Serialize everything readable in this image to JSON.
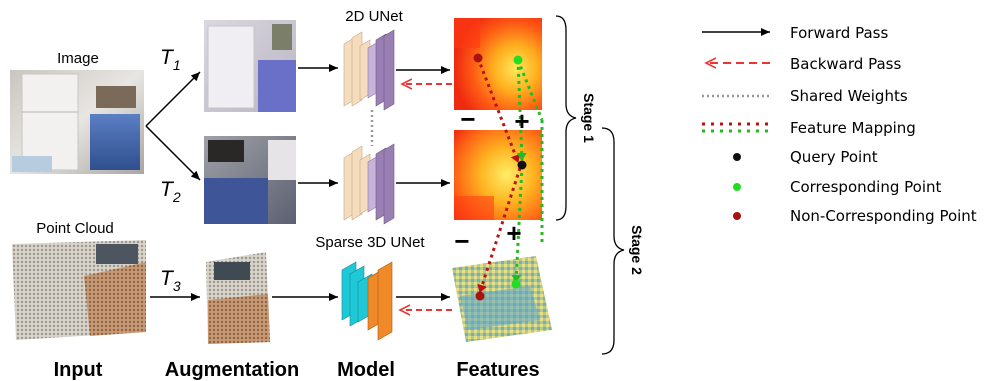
{
  "inputs": {
    "image_label": "Image",
    "point_cloud_label": "Point Cloud"
  },
  "transforms": {
    "t1": "T",
    "t1_sub": "1",
    "t2": "T",
    "t2_sub": "2",
    "t3": "T",
    "t3_sub": "3"
  },
  "models": {
    "unet2d": "2D UNet",
    "unet3d": "Sparse 3D UNet"
  },
  "stages": {
    "stage1": "Stage 1",
    "stage2": "Stage 2"
  },
  "signs": {
    "plus": "+",
    "minus": "−"
  },
  "legend": [
    {
      "label": "Forward Pass",
      "kind": "forward"
    },
    {
      "label": "Backward Pass",
      "kind": "backward"
    },
    {
      "label": "Shared Weights",
      "kind": "shared"
    },
    {
      "label": "Feature Mapping",
      "kind": "mapping"
    },
    {
      "label": "Query Point",
      "kind": "query"
    },
    {
      "label": "Corresponding Point",
      "kind": "corr"
    },
    {
      "label": "Non-Corresponding Point",
      "kind": "noncorr"
    }
  ],
  "bottom_labels": {
    "input": "Input",
    "augmentation": "Augmentation",
    "model": "Model",
    "features": "Features"
  },
  "colors": {
    "forward": "#000000",
    "backward": "#ee3333",
    "shared": "#999999",
    "mapping_green": "#22bb22",
    "mapping_red": "#bb1111",
    "query": "#111111",
    "corr": "#22dd22",
    "noncorr": "#aa1111",
    "unet2d_front": "#f5dcbc",
    "unet2d_back": "#9a7fb5",
    "unet3d_front": "#1fc8d6",
    "unet3d_back": "#f08a28"
  }
}
